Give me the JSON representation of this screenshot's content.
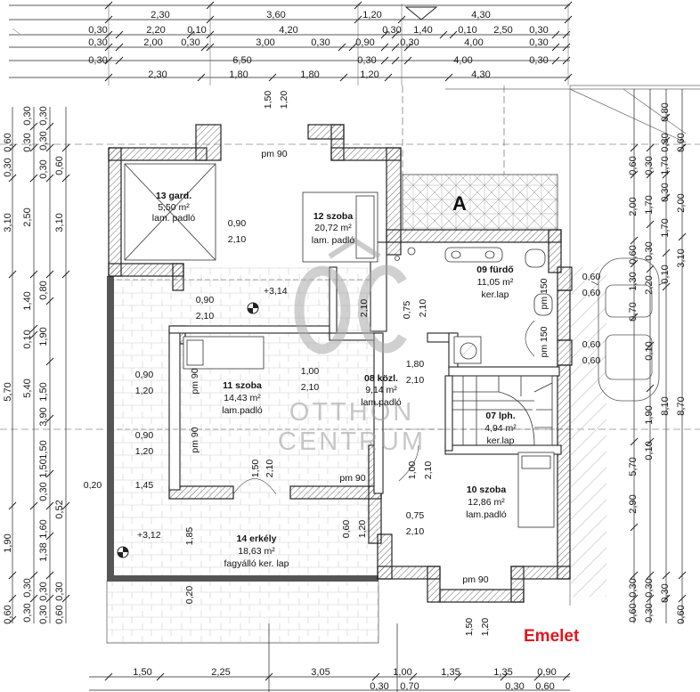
{
  "floor_label": "Emelet",
  "watermark": {
    "line1": "OTTHON",
    "line2": "CENTRUM"
  },
  "rooms": [
    {
      "name": "13 gard.",
      "area": "5,50 m²",
      "floor": "lam. padló"
    },
    {
      "name": "12 szoba",
      "area": "20,72 m²",
      "floor": "lam. padló"
    },
    {
      "name": "09 fürdő",
      "area": "11,05 m²",
      "floor": "ker.lap"
    },
    {
      "name": "11 szoba",
      "area": "14,43 m²",
      "floor": "lam.padló"
    },
    {
      "name": "08 közl.",
      "area": "9,14 m²",
      "floor": "lam.padló"
    },
    {
      "name": "07 lph.",
      "area": "4,94 m²",
      "floor": "ker.lap"
    },
    {
      "name": "10 szoba",
      "area": "12,86 m²",
      "floor": "lam.padló"
    },
    {
      "name": "14 erkély",
      "area": "18,63 m²",
      "floor": "fagyálló ker. lap"
    }
  ],
  "levels": [
    "+3,14",
    "+3,12"
  ],
  "tag_a": "A",
  "top_dims": {
    "row1": [
      "2,30",
      "3,60",
      "1,20",
      "4,30"
    ],
    "row2": [
      "0,30",
      "2,20",
      "0,10",
      "4,20",
      "0,30",
      "1,40",
      "0,10",
      "2,50",
      "0,30"
    ],
    "row3": [
      "0,30",
      "2,00",
      "0,30",
      "3,00",
      "0,30",
      "0,90",
      "0,30",
      "4,00",
      "0,30"
    ],
    "row4": [
      "0,30",
      "6,50",
      "0,30",
      "4,00",
      "0,30"
    ],
    "row5": [
      "2,30",
      "1,80",
      "1,80",
      "1,20",
      "4,30"
    ]
  },
  "bottom_dims": {
    "row1": [
      "1,50",
      "2,25",
      "3,05",
      "1,00",
      "1,35",
      "1,35",
      "0,90"
    ],
    "row2": [
      "0,30",
      "0,70",
      "0,30",
      "0,60"
    ]
  },
  "left_dims": {
    "col1": [
      "0,30",
      "0,60",
      "3,10",
      "5,70",
      "1,90",
      "0,60"
    ],
    "col2": [
      "0,30",
      "0,30",
      "2,50",
      "1,40",
      "0,10",
      "5,40",
      "0,30",
      "0,30"
    ],
    "col3": [
      "0,30",
      "0,30",
      "0,30",
      "0,80",
      "1,90",
      "1,50",
      "3,90",
      "1,50",
      "1,50",
      "0,30",
      "1,60",
      "1,38",
      "0,30",
      "0,30"
    ],
    "col4": [
      "0,60",
      "3,10",
      "0,52",
      "0,30",
      "0,60"
    ]
  },
  "right_dims": {
    "col1": [
      "0,60",
      "2,00",
      "0,60",
      "1,30",
      "0,70",
      "5,70",
      "2,90",
      "0,30",
      "0,60"
    ],
    "col2": [
      "0,30",
      "1,70",
      "0,30",
      "2,20",
      "0,10",
      "1,90",
      "0,10",
      "0,30",
      "0,30"
    ],
    "col3": [
      "0,80",
      "0,30",
      "1,70",
      "0,30",
      "1,70",
      "0,10",
      "8,10",
      "0,30"
    ],
    "col4": [
      "0,60",
      "2,00",
      "3,10",
      "8,70",
      "0,60"
    ]
  },
  "interior_dims": [
    "pm 90",
    "0,90",
    "2,10",
    "0,90",
    "2,10",
    "2,10",
    "0,75",
    "2,10",
    "1,80",
    "2,10",
    "0,60",
    "0,60",
    "0,60",
    "0,60",
    "pm 150",
    "pm 150",
    "1,00",
    "2,10",
    "pm 90",
    "0,90",
    "1,20",
    "0,90",
    "1,20",
    "pm 90",
    "1,50",
    "2,10",
    "pm 90",
    "0,20",
    "1,45",
    "1,85",
    "1,00",
    "2,10",
    "0,75",
    "0,60",
    "1,20",
    "2,10",
    "0,20",
    "pm 90",
    "1,50",
    "1,20",
    "1,50",
    "1,20"
  ]
}
